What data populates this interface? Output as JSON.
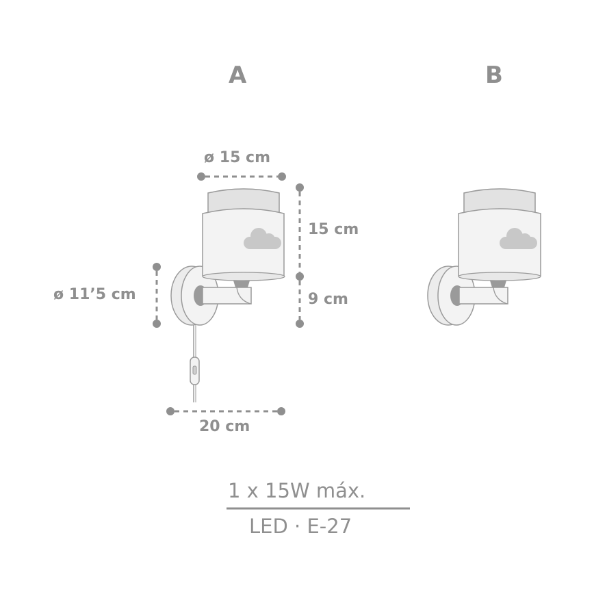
{
  "variants": {
    "a": {
      "label": "A"
    },
    "b": {
      "label": "B"
    }
  },
  "dimensions": {
    "shade_diameter": "ø 15 cm",
    "shade_height": "15 cm",
    "base_height": "9 cm",
    "wall_plate_diameter": "ø 11’5 cm",
    "depth": "20 cm"
  },
  "specs": {
    "power": "1 x 15W máx.",
    "bulb": "LED · E-27"
  },
  "colors": {
    "line_gray": "#8f8f8f",
    "shade_fill": "#f3f3f3",
    "cap_fill": "#e2e2e2",
    "cloud_fill": "#c8c8c8",
    "socket_fill": "#9a9a9a"
  }
}
